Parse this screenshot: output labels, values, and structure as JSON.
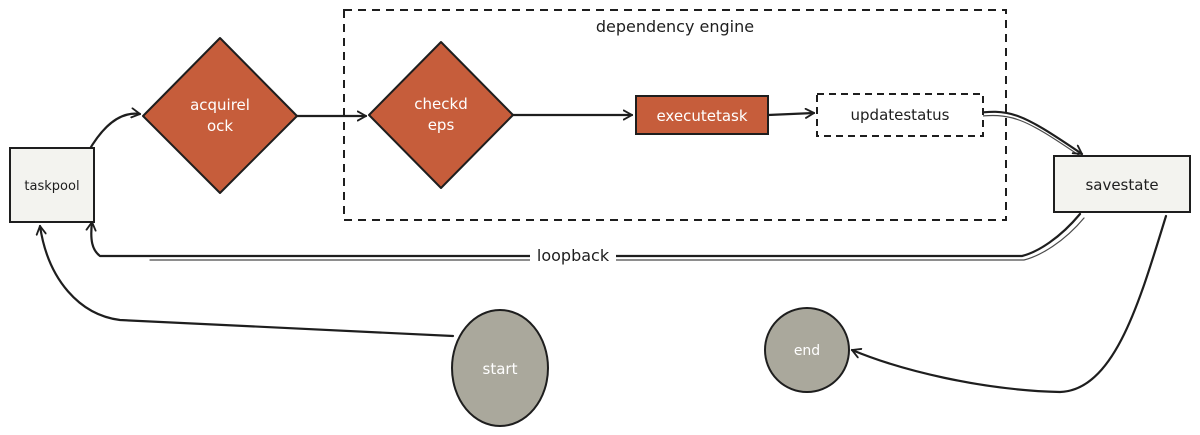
{
  "colors": {
    "decision_fill": "#c65d3b",
    "task_fill": "#c65d3b",
    "terminal_fill": "#aaa89c",
    "box_fill": "#f3f3ef",
    "stroke": "#1e1e1e"
  },
  "group": {
    "label": "dependency engine"
  },
  "nodes": {
    "taskpool": "taskpool",
    "acquirelock_line1": "acquirel",
    "acquirelock_line2": "ock",
    "checkdeps_line1": "checkd",
    "checkdeps_line2": "eps",
    "executetask": "executetask",
    "updatestatus": "updatestatus",
    "savestate": "savestate",
    "start": "start",
    "end": "end"
  },
  "edges": {
    "loopback": "loopback"
  }
}
